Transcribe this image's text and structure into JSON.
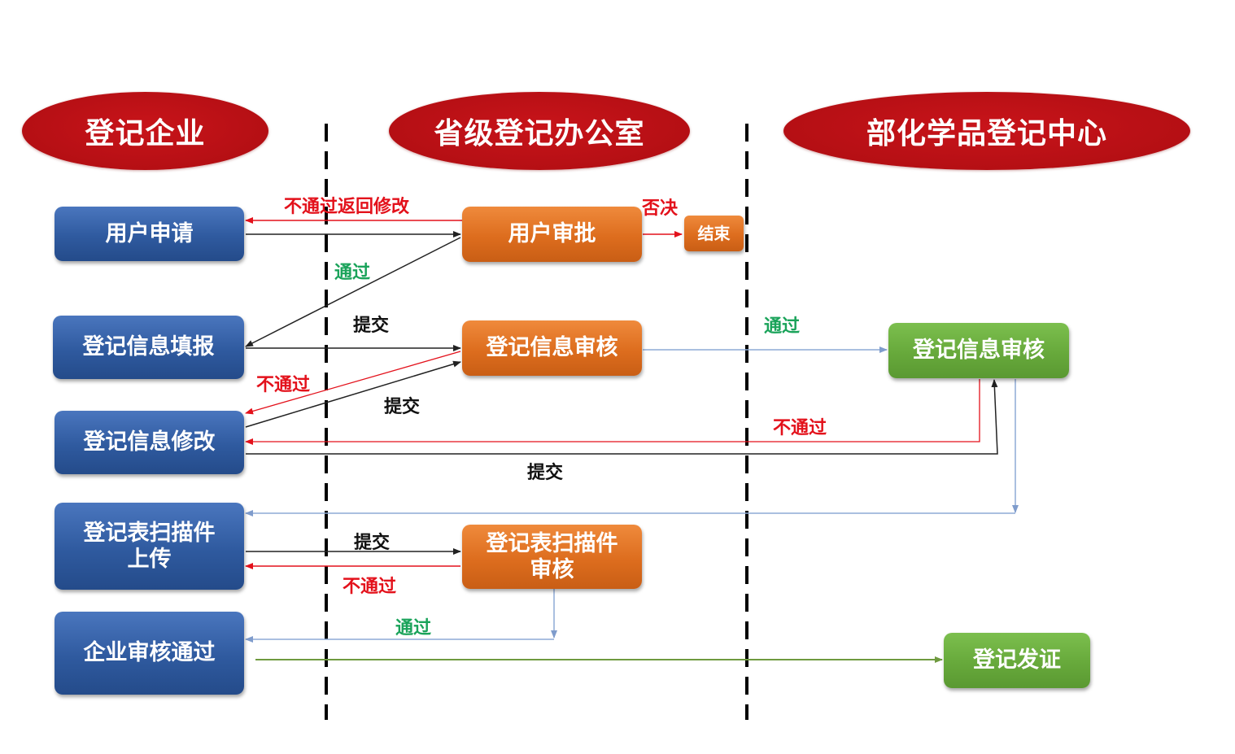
{
  "lanes": [
    {
      "title": "登记企业"
    },
    {
      "title": "省级登记办公室"
    },
    {
      "title": "部化学品登记中心"
    }
  ],
  "nodes": {
    "enterprise_apply": "用户申请",
    "enterprise_fill": "登记信息填报",
    "enterprise_modify": "登记信息修改",
    "enterprise_upload_line1": "登记表扫描件",
    "enterprise_upload_line2": "上传",
    "enterprise_passed": "企业审核通过",
    "province_user_review": "用户审批",
    "province_end": "结束",
    "province_info_review": "登记信息审核",
    "province_scan_review_line1": "登记表扫描件",
    "province_scan_review_line2": "审核",
    "center_info_review": "登记信息审核",
    "center_certificate": "登记发证"
  },
  "labels": {
    "reject_return_modify": "不通过返回修改",
    "veto": "否决",
    "pass_1": "通过",
    "submit_1": "提交",
    "reject_1": "不通过",
    "submit_2": "提交",
    "pass_2": "通过",
    "reject_2": "不通过",
    "submit_3": "提交",
    "submit_4": "提交",
    "reject_3": "不通过",
    "pass_3": "通过"
  },
  "colors": {
    "lane_header": "#b50f14",
    "enterprise_node": "#2f5a9f",
    "province_node": "#dd6d1e",
    "center_node": "#67a93b",
    "submit_line": "#222222",
    "reject_line": "#e3111b",
    "pass_line": "#8eaad6",
    "issue_line": "#6f9a3f"
  }
}
